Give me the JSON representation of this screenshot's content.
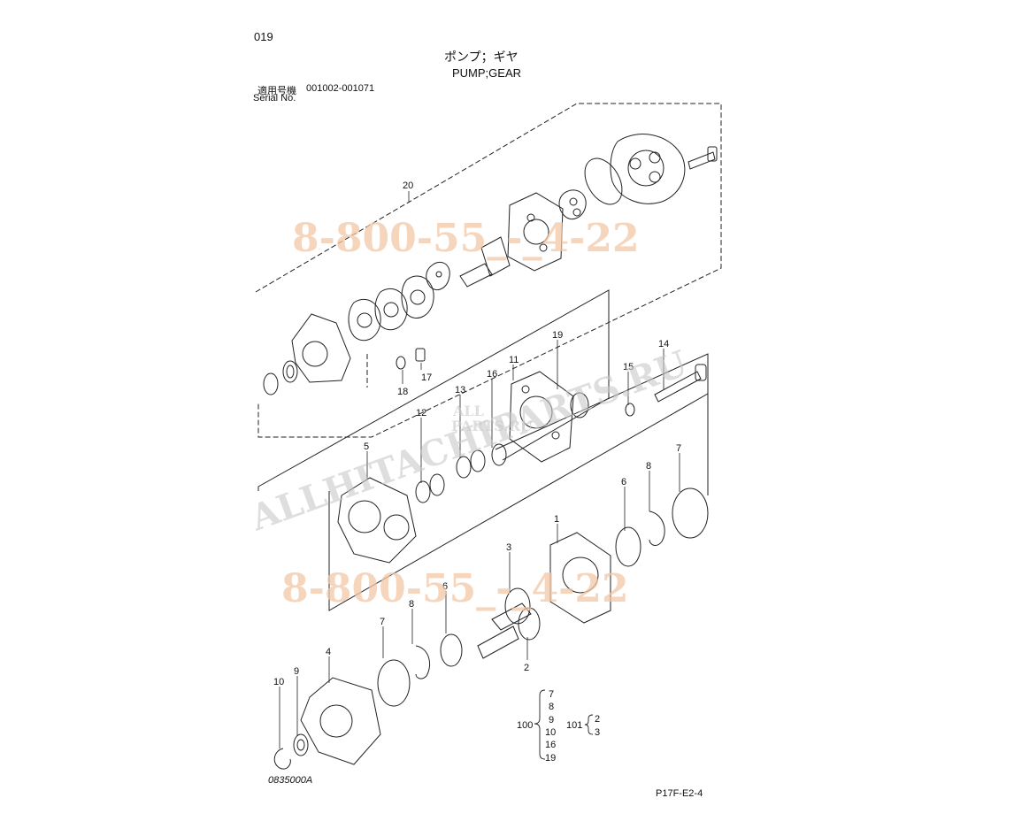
{
  "header": {
    "page_number": "019",
    "title_ja": "ポンプ；ギヤ",
    "title_en": "PUMP;GEAR",
    "serial_label_ja": "適用号機",
    "serial_range": "001002-001071",
    "serial_label_en": "Serial No."
  },
  "footer": {
    "figure_code": "0835000A",
    "sheet_ref": "P17F-E2-4"
  },
  "watermarks": {
    "phone_1": "8-800-55_-_4-22",
    "phone_2": "8-800-55_-_4-22",
    "site": "ALLHITACHIPARTS.RU",
    "logo_text_1": "ALL",
    "logo_text_2": "PARTS.RU"
  },
  "callouts": [
    "20",
    "19",
    "11",
    "14",
    "15",
    "16",
    "13",
    "12",
    "18",
    "17",
    "5",
    "1",
    "6",
    "8",
    "7",
    "3",
    "6",
    "8",
    "7",
    "2",
    "4",
    "9",
    "10"
  ],
  "kits": {
    "kit_100": {
      "label": "100",
      "items": [
        "7",
        "8",
        "9",
        "10",
        "16",
        "19"
      ]
    },
    "kit_101": {
      "label": "101",
      "items": [
        "2",
        "3"
      ]
    }
  }
}
